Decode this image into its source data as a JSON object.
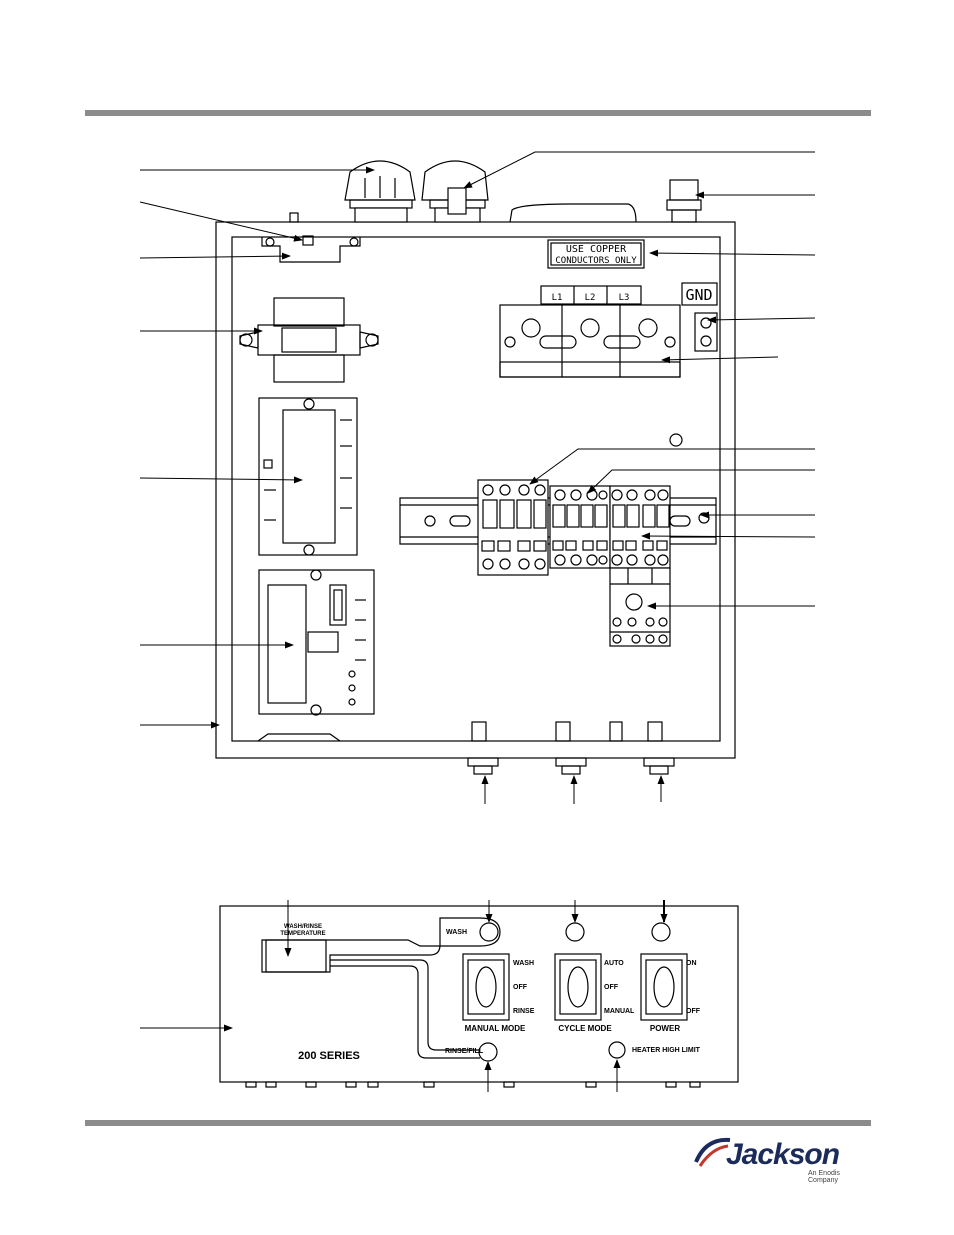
{
  "labels": {
    "copper_line1": "USE COPPER",
    "copper_line2": "CONDUCTORS ONLY",
    "gnd": "GND",
    "terminals": [
      "L1",
      "L2",
      "L3"
    ],
    "temp_line1": "WASH/RINSE",
    "temp_line2": "TEMPERATURE",
    "wash": "WASH",
    "rinse_fill": "RINSE/FILL",
    "heater_high_limit": "HEATER HIGH LIMIT",
    "series": "200 SERIES",
    "manual_mode": {
      "title": "MANUAL MODE",
      "pos1": "WASH",
      "pos2": "OFF",
      "pos3": "RINSE"
    },
    "cycle_mode": {
      "title": "CYCLE MODE",
      "pos1": "AUTO",
      "pos2": "OFF",
      "pos3": "MANUAL"
    },
    "power": {
      "title": "POWER",
      "pos1": "ON",
      "pos2": "OFF"
    }
  },
  "brand": {
    "name": "Jackson",
    "tagline": "An Enodis Company",
    "color": "#1b2b5c",
    "accent": "#c0392b"
  },
  "colors": {
    "rule": "#8c8c8c",
    "line": "#000000"
  }
}
